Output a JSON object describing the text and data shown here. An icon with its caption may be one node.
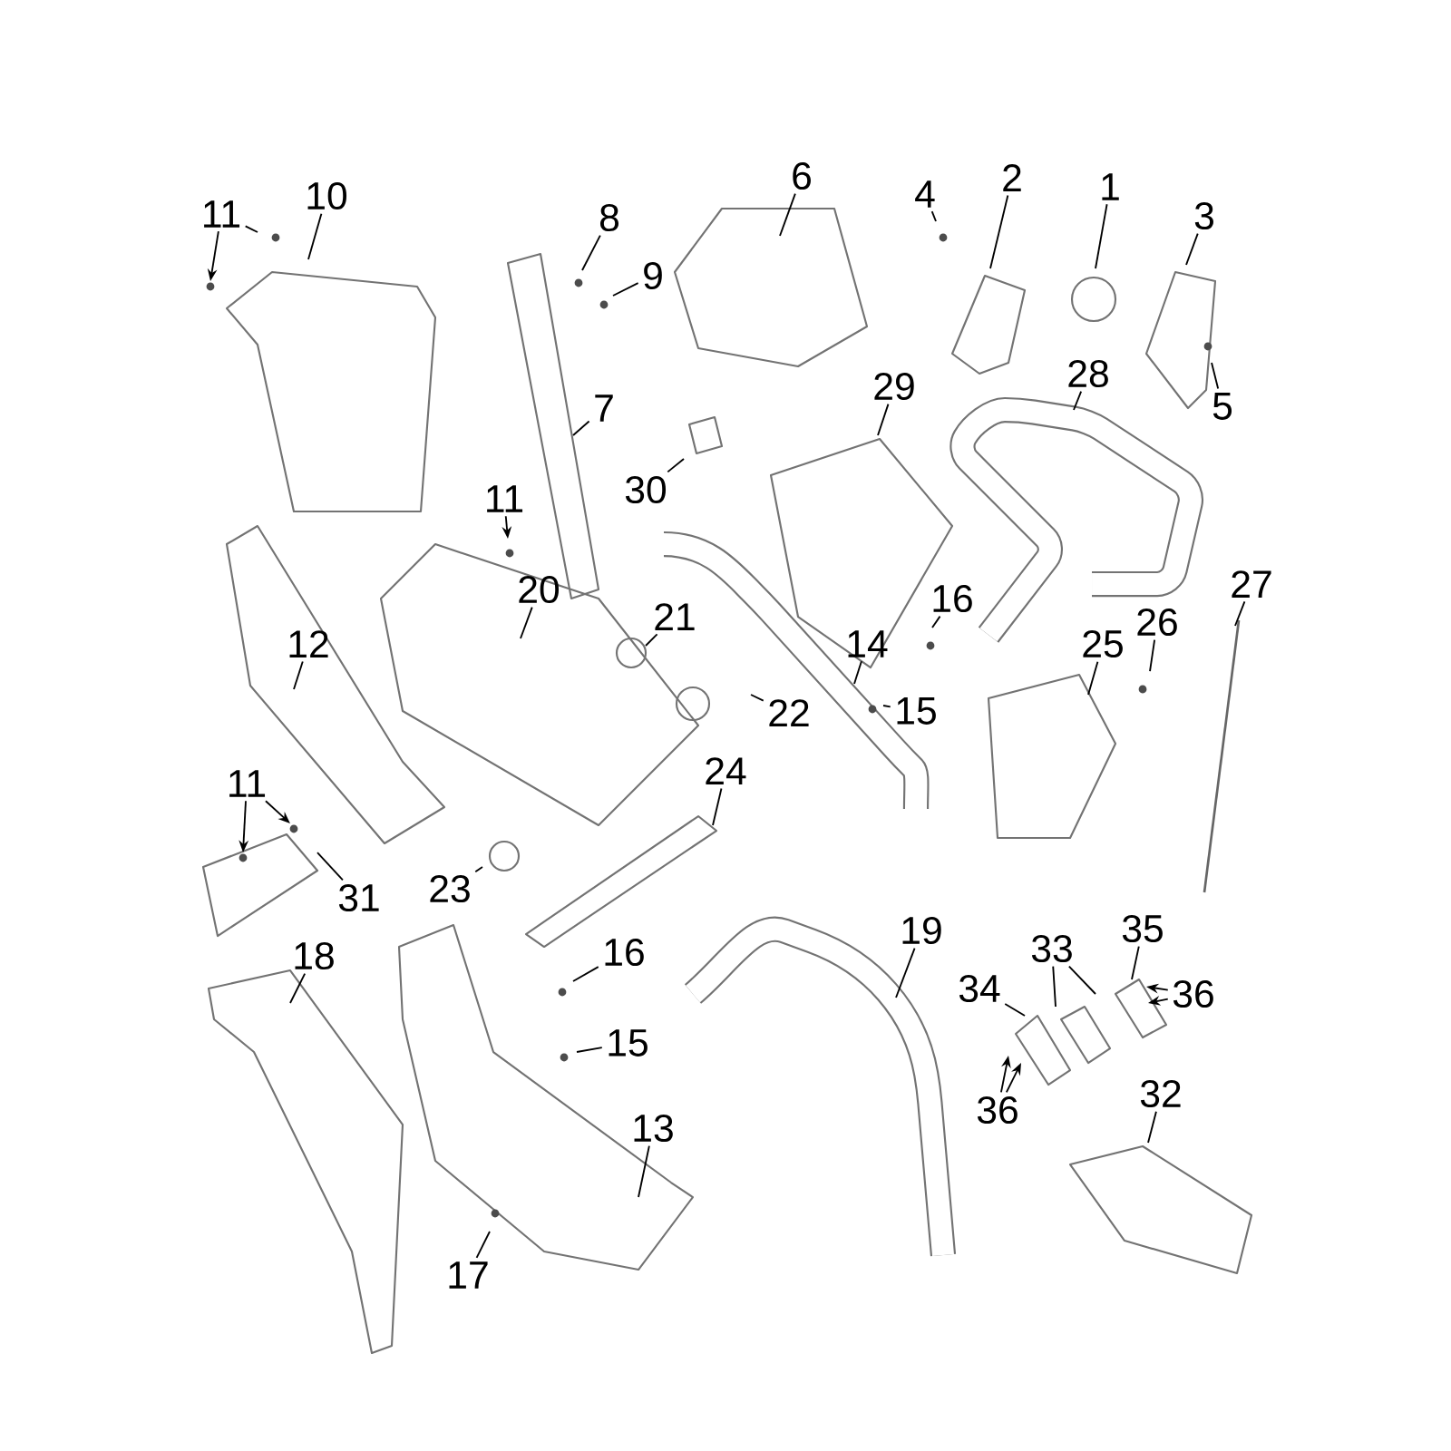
{
  "diagram": {
    "nodes": [
      {
        "text": [
          "11"
        ]
      },
      {
        "text": [
          "10"
        ]
      },
      {
        "text": [
          "6"
        ]
      },
      {
        "text": [
          "4"
        ]
      },
      {
        "text": [
          "2"
        ]
      },
      {
        "text": [
          "1"
        ]
      },
      {
        "text": [
          "3"
        ]
      },
      {
        "text": [
          "8"
        ]
      },
      {
        "text": [
          "9"
        ]
      },
      {
        "text": [
          "5"
        ]
      },
      {
        "text": [
          "28"
        ]
      },
      {
        "text": [
          "29"
        ]
      },
      {
        "text": [
          "7"
        ]
      },
      {
        "text": [
          "30"
        ]
      },
      {
        "text": [
          "11"
        ]
      },
      {
        "text": [
          "27"
        ]
      },
      {
        "text": [
          "20"
        ]
      },
      {
        "text": [
          "16"
        ]
      },
      {
        "text": [
          "21"
        ]
      },
      {
        "text": [
          "26"
        ]
      },
      {
        "text": [
          "12"
        ]
      },
      {
        "text": [
          "14"
        ]
      },
      {
        "text": [
          "25"
        ]
      },
      {
        "text": [
          "15"
        ]
      },
      {
        "text": [
          "22"
        ]
      },
      {
        "text": [
          "24"
        ]
      },
      {
        "text": [
          "11"
        ]
      },
      {
        "text": [
          "23"
        ]
      },
      {
        "text": [
          "31"
        ]
      },
      {
        "text": [
          "35"
        ]
      },
      {
        "text": [
          "19"
        ]
      },
      {
        "text": [
          "33"
        ]
      },
      {
        "text": [
          "18"
        ]
      },
      {
        "text": [
          "16"
        ]
      },
      {
        "text": [
          "34"
        ]
      },
      {
        "text": [
          "36"
        ]
      },
      {
        "text": [
          "15"
        ]
      },
      {
        "text": [
          "32"
        ]
      },
      {
        "text": [
          "36"
        ]
      },
      {
        "text": [
          "13"
        ]
      },
      {
        "text": [
          "17"
        ]
      }
    ],
    "edges": [
      {
        "from": 0,
        "to": null,
        "arrow": "to"
      },
      {
        "from": 0,
        "to": null,
        "arrow": "none"
      },
      {
        "from": 1,
        "to": null,
        "arrow": "none"
      },
      {
        "from": 2,
        "to": null,
        "arrow": "none"
      },
      {
        "from": 3,
        "to": null,
        "arrow": "none"
      },
      {
        "from": 4,
        "to": null,
        "arrow": "none"
      },
      {
        "from": 5,
        "to": null,
        "arrow": "none"
      },
      {
        "from": 6,
        "to": null,
        "arrow": "none"
      },
      {
        "from": 7,
        "to": null,
        "arrow": "none"
      },
      {
        "from": 8,
        "to": null,
        "arrow": "none"
      },
      {
        "from": 9,
        "to": null,
        "arrow": "none"
      },
      {
        "from": 10,
        "to": null,
        "arrow": "none"
      },
      {
        "from": 11,
        "to": null,
        "arrow": "none"
      },
      {
        "from": 12,
        "to": null,
        "arrow": "none"
      },
      {
        "from": 13,
        "to": null,
        "arrow": "none"
      },
      {
        "from": 14,
        "to": null,
        "arrow": "to"
      },
      {
        "from": 15,
        "to": null,
        "arrow": "none"
      },
      {
        "from": 16,
        "to": null,
        "arrow": "none"
      },
      {
        "from": 17,
        "to": null,
        "arrow": "none"
      },
      {
        "from": 18,
        "to": null,
        "arrow": "none"
      },
      {
        "from": 19,
        "to": null,
        "arrow": "none"
      },
      {
        "from": 20,
        "to": null,
        "arrow": "none"
      },
      {
        "from": 21,
        "to": null,
        "arrow": "none"
      },
      {
        "from": 22,
        "to": null,
        "arrow": "none"
      },
      {
        "from": 23,
        "to": null,
        "arrow": "none"
      },
      {
        "from": 24,
        "to": null,
        "arrow": "none"
      },
      {
        "from": 25,
        "to": null,
        "arrow": "none"
      },
      {
        "from": 26,
        "to": null,
        "arrow": "to"
      },
      {
        "from": 26,
        "to": null,
        "arrow": "to"
      },
      {
        "from": 27,
        "to": null,
        "arrow": "none"
      },
      {
        "from": 28,
        "to": null,
        "arrow": "none"
      },
      {
        "from": 29,
        "to": null,
        "arrow": "none"
      },
      {
        "from": 30,
        "to": null,
        "arrow": "none"
      },
      {
        "from": 31,
        "to": null,
        "arrow": "none"
      },
      {
        "from": 31,
        "to": null,
        "arrow": "none"
      },
      {
        "from": 32,
        "to": null,
        "arrow": "none"
      },
      {
        "from": 33,
        "to": null,
        "arrow": "none"
      },
      {
        "from": 34,
        "to": null,
        "arrow": "none"
      },
      {
        "from": 35,
        "to": null,
        "arrow": "to"
      },
      {
        "from": 35,
        "to": null,
        "arrow": "to"
      },
      {
        "from": 36,
        "to": null,
        "arrow": "none"
      },
      {
        "from": 37,
        "to": null,
        "arrow": "none"
      },
      {
        "from": 38,
        "to": null,
        "arrow": "to"
      },
      {
        "from": 38,
        "to": null,
        "arrow": "to"
      },
      {
        "from": 39,
        "to": null,
        "arrow": "none"
      },
      {
        "from": 40,
        "to": null,
        "arrow": "none"
      }
    ]
  }
}
